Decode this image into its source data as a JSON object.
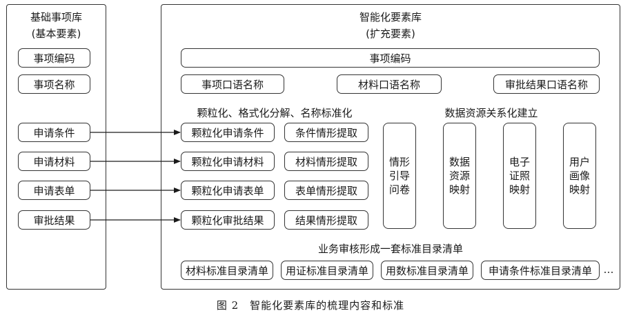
{
  "left_panel": {
    "title": "基础事项库",
    "subtitle": "(基本要素)",
    "top_items": [
      "事项编码",
      "事项名称"
    ],
    "linked_items": [
      "申请条件",
      "申请材料",
      "申请表单",
      "审批结果"
    ]
  },
  "right_panel": {
    "title": "智能化要素库",
    "subtitle": "(扩充要素)",
    "code_bar": "事项编码",
    "names": [
      "事项口语名称",
      "材料口语名称",
      "审批结果口语名称"
    ],
    "granular_heading": "颗粒化、格式化分解、名称标准化",
    "granular_items": [
      "颗粒化申请条件",
      "颗粒化申请材料",
      "颗粒化申请表单",
      "颗粒化审批结果"
    ],
    "extract_items": [
      "条件情形提取",
      "材料情形提取",
      "表单情形提取",
      "结果情形提取"
    ],
    "data_heading": "数据资源关系化建立",
    "vertical_items": [
      "情形引导问卷",
      "数据资源映射",
      "电子证照映射",
      "用户画像映射"
    ],
    "list_heading": "业务审核形成一套标准目录清单",
    "list_items": [
      "材料标准目录清单",
      "用证标准目录清单",
      "用数标准目录清单",
      "申请条件标准目录清单"
    ],
    "ellipsis": "…"
  },
  "caption": "图 2　智能化要素库的梳理内容和标准"
}
